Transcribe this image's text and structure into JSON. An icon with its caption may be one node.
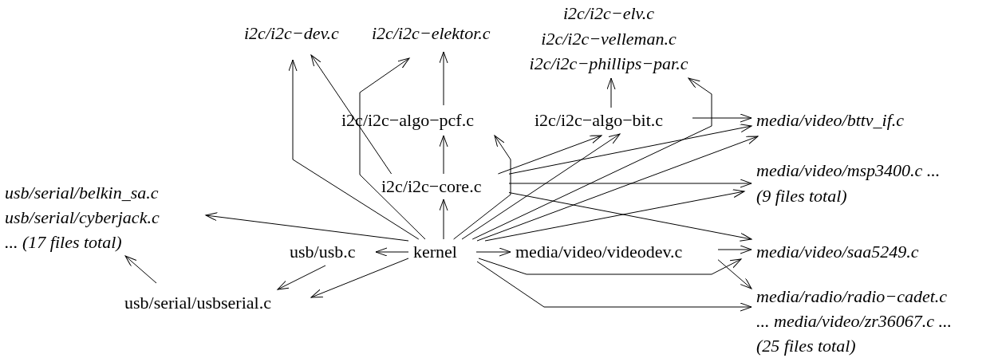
{
  "diagram": {
    "nodes": [
      {
        "text": [
          "i2c/i2c−dev.c"
        ]
      },
      {
        "text": [
          "i2c/i2c−elektor.c"
        ]
      },
      {
        "text": [
          "i2c/i2c−elv.c i2c/i2c−velleman.c i2c/i2c−phillips−par.c"
        ]
      },
      {
        "text": [
          "i2c/i2c−algo−pcf.c"
        ]
      },
      {
        "text": [
          "i2c/i2c−algo−bit.c"
        ]
      },
      {
        "text": [
          "media/video/bttv_if.c"
        ]
      },
      {
        "text": [
          "i2c/i2c−core.c"
        ]
      },
      {
        "text": [
          "media/video/msp3400.c ... (9 files total)"
        ]
      },
      {
        "text": [
          "usb/serial/belkin_sa.c usb/serial/cyberjack.c ... (17 files total)"
        ]
      },
      {
        "text": [
          "usb/usb.c"
        ]
      },
      {
        "text": [
          "kernel"
        ]
      },
      {
        "text": [
          "media/video/videodev.c"
        ]
      },
      {
        "text": [
          "media/video/saa5249.c"
        ]
      },
      {
        "text": [
          "usb/serial/usbserial.c"
        ]
      },
      {
        "text": [
          "media/radio/radio−cadet.c ... media/video/zr36067.c ... (25 files total)"
        ]
      }
    ],
    "edges": [
      {
        "from": 10,
        "to": 9,
        "arrow": "to"
      },
      {
        "from": 10,
        "to": 11,
        "arrow": "to"
      },
      {
        "from": 10,
        "to": 6,
        "arrow": "to"
      },
      {
        "from": 10,
        "to": 13,
        "arrow": "to"
      },
      {
        "from": 10,
        "to": 8,
        "arrow": "to"
      },
      {
        "from": 10,
        "to": 0,
        "arrow": "to"
      },
      {
        "from": 10,
        "to": 1,
        "arrow": "to"
      },
      {
        "from": 10,
        "to": 3,
        "arrow": "to"
      },
      {
        "from": 10,
        "to": 4,
        "arrow": "to"
      },
      {
        "from": 10,
        "to": 2,
        "arrow": "to"
      },
      {
        "from": 10,
        "to": 5,
        "arrow": "to"
      },
      {
        "from": 10,
        "to": 7,
        "arrow": "to"
      },
      {
        "from": 10,
        "to": 12,
        "arrow": "to"
      },
      {
        "from": 10,
        "to": 14,
        "arrow": "to"
      },
      {
        "from": 6,
        "to": 0,
        "arrow": "to"
      },
      {
        "from": 6,
        "to": 3,
        "arrow": "to"
      },
      {
        "from": 6,
        "to": 4,
        "arrow": "to"
      },
      {
        "from": 6,
        "to": 5,
        "arrow": "to"
      },
      {
        "from": 6,
        "to": 7,
        "arrow": "to"
      },
      {
        "from": 6,
        "to": 12,
        "arrow": "to"
      },
      {
        "from": 3,
        "to": 1,
        "arrow": "to"
      },
      {
        "from": 4,
        "to": 5,
        "arrow": "to"
      },
      {
        "from": 4,
        "to": 2,
        "arrow": "to"
      },
      {
        "from": 11,
        "to": 12,
        "arrow": "to"
      },
      {
        "from": 11,
        "to": 14,
        "arrow": "to"
      },
      {
        "from": 9,
        "to": 13,
        "arrow": "to"
      },
      {
        "from": 13,
        "to": 8,
        "arrow": "to"
      }
    ]
  }
}
